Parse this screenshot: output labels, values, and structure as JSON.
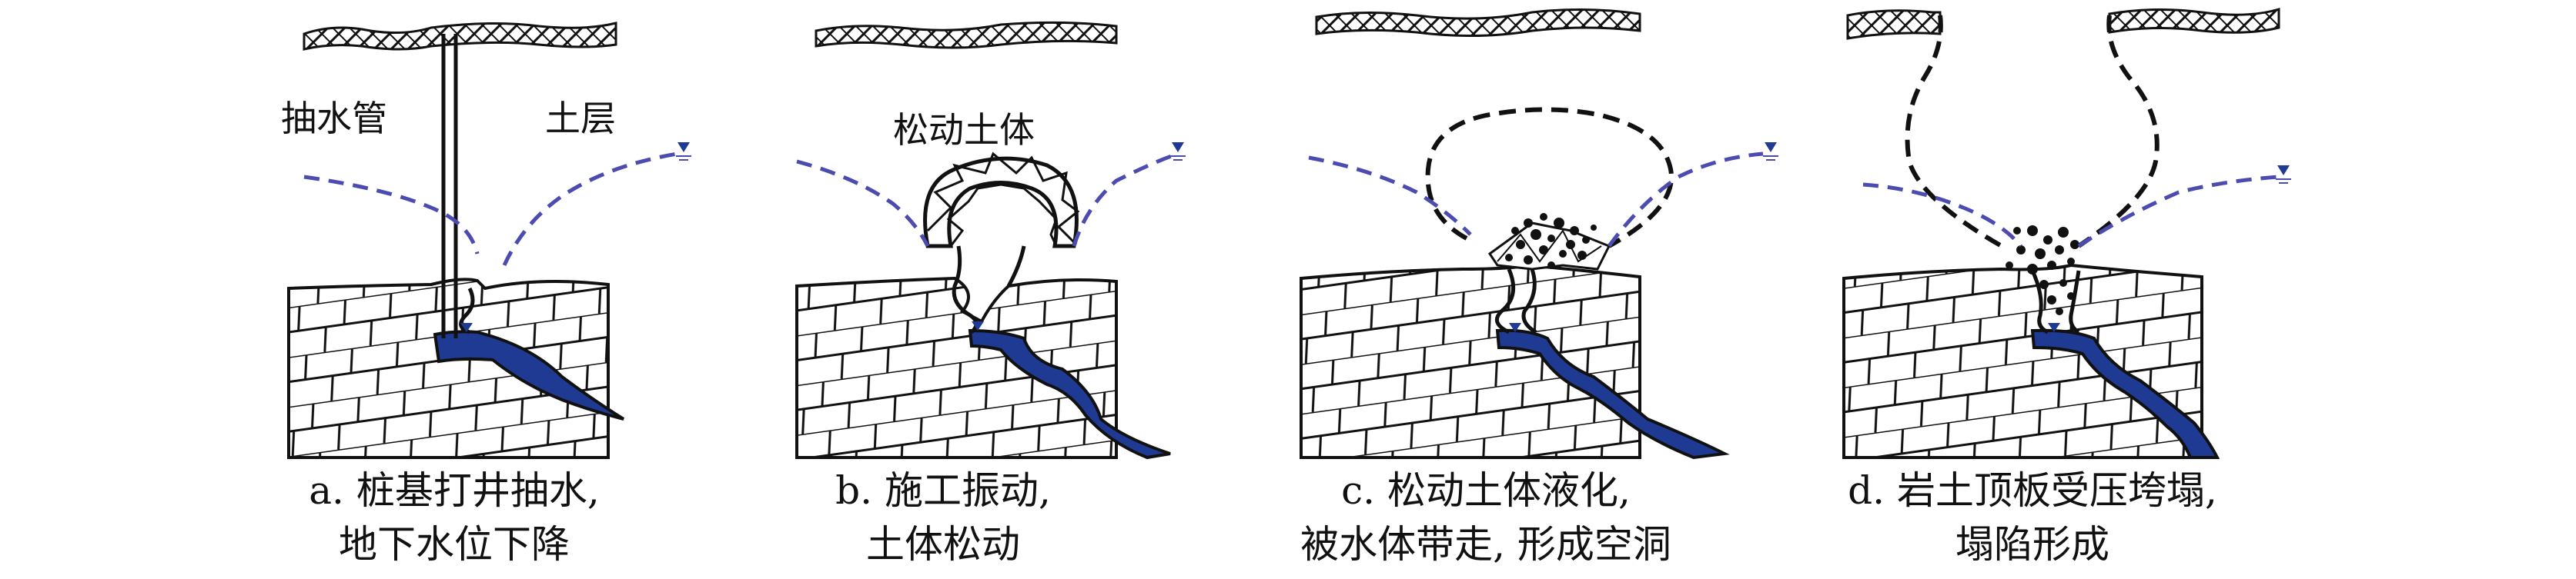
{
  "labels": {
    "pipe": "抽水管",
    "soil": "土层",
    "loose_soil": "松动土体"
  },
  "panels": [
    {
      "id": "a",
      "caption_line1": "a. 桩基打井抽水,",
      "caption_line2": "地下水位下降"
    },
    {
      "id": "b",
      "caption_line1": "b. 施工振动,",
      "caption_line2": "土体松动"
    },
    {
      "id": "c",
      "caption_line1": "c. 松动土体液化,",
      "caption_line2": "被水体带走, 形成空洞"
    },
    {
      "id": "d",
      "caption_line1": "d. 岩土顶板受压垮塌,",
      "caption_line2": "塌陷形成"
    }
  ],
  "colors": {
    "water": "#1f3a93",
    "water_table": "#4b4bb0",
    "ink": "#111111",
    "background": "#ffffff"
  },
  "icons": [
    "water-table-marker-icon"
  ]
}
